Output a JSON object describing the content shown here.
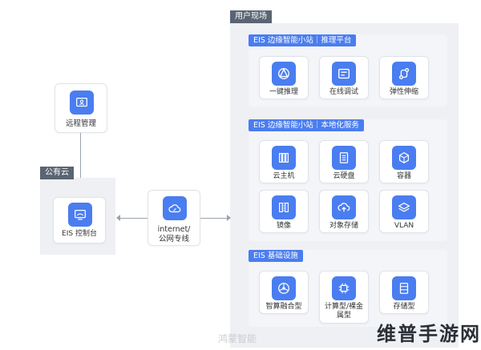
{
  "user_site": {
    "title": "用户现场",
    "sections": [
      {
        "header": "EIS 边缘智能小站｜推理平台",
        "items": [
          {
            "label": "一键推理",
            "icon": "triangle-network-icon"
          },
          {
            "label": "在线调试",
            "icon": "terminal-window-icon"
          },
          {
            "label": "弹性伸缩",
            "icon": "flow-path-icon"
          }
        ]
      },
      {
        "header": "EIS 边缘智能小站｜本地化服务",
        "items": [
          {
            "label": "云主机",
            "icon": "server-columns-icon"
          },
          {
            "label": "云硬盘",
            "icon": "disk-icon"
          },
          {
            "label": "容器",
            "icon": "container-cube-icon"
          },
          {
            "label": "镜像",
            "icon": "image-mirror-icon"
          },
          {
            "label": "对象存储",
            "icon": "upload-cloud-icon"
          },
          {
            "label": "VLAN",
            "icon": "layers-icon"
          }
        ]
      },
      {
        "header": "EIS 基础设施",
        "items": [
          {
            "label": "智算融合型",
            "icon": "hub-network-icon"
          },
          {
            "label": "计算型/裸金属型",
            "icon": "chip-icon"
          },
          {
            "label": "存储型",
            "icon": "storage-rack-icon"
          }
        ]
      }
    ]
  },
  "remote_mgmt": {
    "label": "远程管理",
    "icon": "monitor-person-icon"
  },
  "public_cloud": {
    "title": "公有云",
    "console": {
      "label": "EIS 控制台",
      "icon": "monitor-icon"
    }
  },
  "connection": {
    "label_line1": "internet/",
    "label_line2": "公网专线",
    "icon": "cloud-link-icon"
  },
  "watermark": "鸿蒙智能",
  "brand": "维普手游网",
  "colors": {
    "accent": "#4a7df0",
    "tag": "#5a6573",
    "panel": "#eef0f3"
  }
}
